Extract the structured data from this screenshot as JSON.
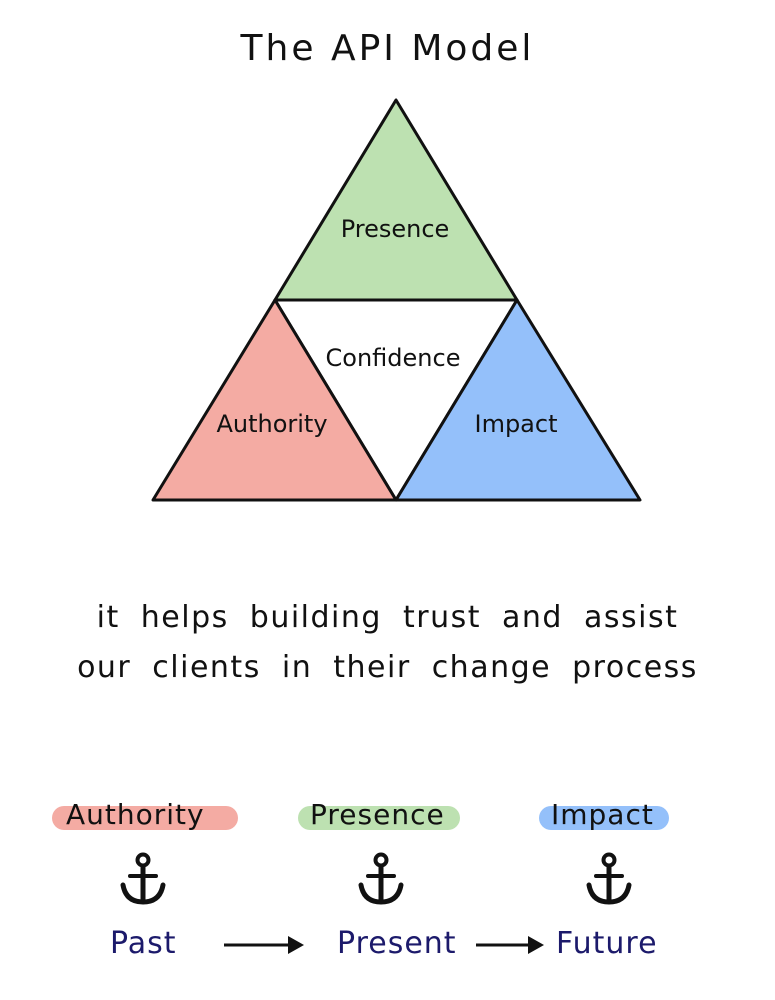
{
  "title": "The API Model",
  "triangle": {
    "top_label": "Presence",
    "center_label": "Confidence",
    "left_label": "Authority",
    "right_label": "Impact",
    "colors": {
      "presence": "#bde1b1",
      "authority": "#f4aba3",
      "impact": "#94c0fa",
      "outline": "#111111"
    }
  },
  "sentence": {
    "line1": "it helps building trust and assist",
    "line2": "our clients in their change process"
  },
  "timeline": {
    "stages": [
      {
        "label": "Authority",
        "color": "#f4aba3",
        "time": "Past"
      },
      {
        "label": "Presence",
        "color": "#bde1b1",
        "time": "Present"
      },
      {
        "label": "Impact",
        "color": "#94c0fa",
        "time": "Future"
      }
    ],
    "time_color": "#1c1a6b"
  }
}
